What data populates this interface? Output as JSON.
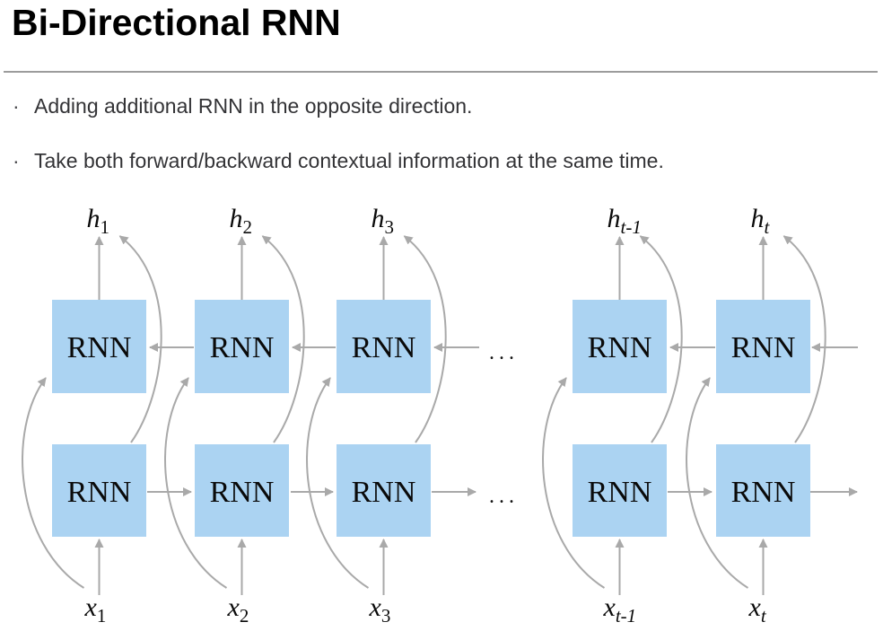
{
  "slide": {
    "title": "Bi-Directional RNN",
    "bullet_marker": "·",
    "bullets": [
      "Adding additional RNN in the opposite direction.",
      "Take both forward/backward contextual information at the same time."
    ]
  },
  "diagram": {
    "box_label": "RNN",
    "ellipsis": "...",
    "colors": {
      "box_fill": "#abd3f2",
      "arrow": "#a9a9a9",
      "label_text": "#0a0a0a"
    },
    "columns": [
      {
        "h": "h",
        "h_sub": "1",
        "x": "x",
        "x_sub": "1"
      },
      {
        "h": "h",
        "h_sub": "2",
        "x": "x",
        "x_sub": "2"
      },
      {
        "h": "h",
        "h_sub": "3",
        "x": "x",
        "x_sub": "3"
      },
      {
        "h": "h",
        "h_sub": "t-1",
        "x": "x",
        "x_sub": "t-1"
      },
      {
        "h": "h",
        "h_sub": "t",
        "x": "x",
        "x_sub": "t"
      }
    ]
  }
}
